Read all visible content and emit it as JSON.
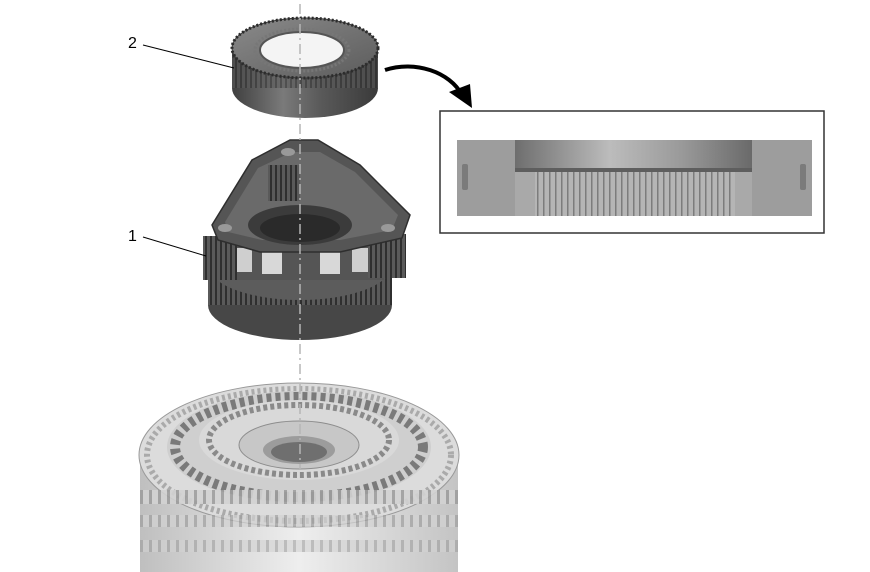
{
  "callouts": [
    {
      "id": "ring-gear",
      "label": "2"
    },
    {
      "id": "planet-carrier",
      "label": "1"
    }
  ],
  "colors": {
    "background": "#ffffff",
    "part_dark": "#4a4a4a",
    "part_mid": "#6b6b6b",
    "part_light": "#9a9a9a",
    "housing_light": "#d6d6d6",
    "housing_mid": "#bdbdbd",
    "inset_border": "#333333",
    "arrow": "#000000"
  },
  "icons": [
    "curved-arrow-icon"
  ]
}
